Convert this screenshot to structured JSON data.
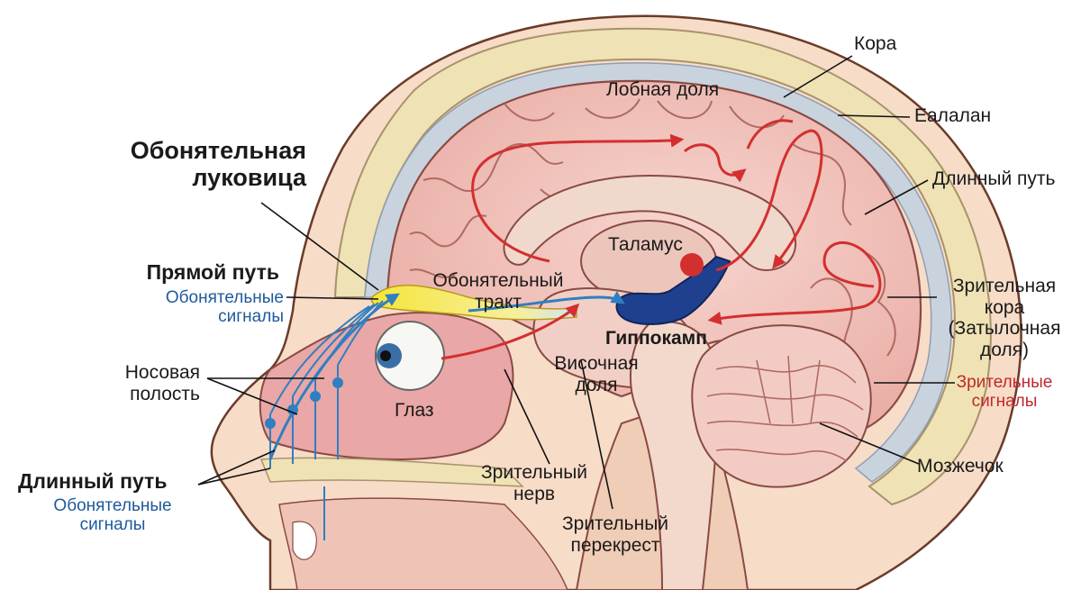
{
  "labels": {
    "cortex": "Кора",
    "ealalan": "Еалалан",
    "long_path_right": "Длинный путь",
    "frontal_lobe": "Лобная доля",
    "thalamus": "Таламус",
    "olfactory_tract_1": "Обонятельный",
    "olfactory_tract_2": "тракт",
    "hippocampus": "Гиппокамп",
    "temporal_lobe_1": "Височная",
    "temporal_lobe_2": "доля",
    "eye": "Глаз",
    "visual_cortex_1": "Зрительная",
    "visual_cortex_2": "кора",
    "visual_cortex_3": "(Затылочная",
    "visual_cortex_4": "доля)",
    "visual_signals_1": "Зрительные",
    "visual_signals_2": "сигналы",
    "cerebellum": "Мозжечок",
    "optic_nerve_1": "Зрительный",
    "optic_nerve_2": "нерв",
    "chiasm_1": "Зрительный",
    "chiasm_2": "перекрест",
    "olfactory_bulb_1": "Обонятельная",
    "olfactory_bulb_2": "луковица",
    "direct_path": "Прямой путь",
    "direct_signals_1": "Обонятельные",
    "direct_signals_2": "сигналы",
    "nasal_cavity_1": "Носовая",
    "nasal_cavity_2": "полость",
    "long_path_left": "Длинный путь",
    "long_signals_1": "Обонятельные",
    "long_signals_2": "сигналы"
  },
  "colors": {
    "skin": "#f7dcc8",
    "skin_outline": "#6b3b2a",
    "skull": "#efe2b4",
    "brain": "#f3c7c0",
    "brain_outline": "#8a4a44",
    "csf": "#c9d3de",
    "red_path": "#d32f2f",
    "blue_path": "#2f7fc1",
    "hippocampus": "#1f3f8f",
    "bulb": "#f4e84a",
    "nasal": "#e9a7a7",
    "cerebellum": "#f2ccc4"
  }
}
